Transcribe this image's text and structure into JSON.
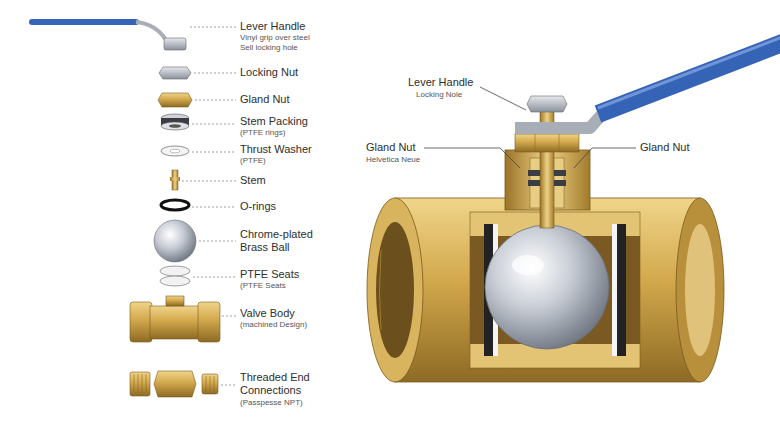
{
  "diagram": {
    "labels": [
      "Lever Handle",
      "Vinyl grip over steel",
      "Sell locking hole",
      "Locking Nut",
      "Gland Nut",
      "Stem Packing",
      "(PTFE rings)",
      "Thrust Washer",
      "(PTFE)",
      "Stem",
      "O-rings",
      "Chrome-plated Brass Ball",
      "PTFE Seats",
      "(PTFE Seats",
      "Valve Body",
      "(machined Design)",
      "Threaded End Connections",
      "(Passpesse NPT)",
      "Lever Handle",
      "Locking Nole",
      "Gland Nut",
      "Helvetica Neue",
      "Gland Nut"
    ]
  }
}
